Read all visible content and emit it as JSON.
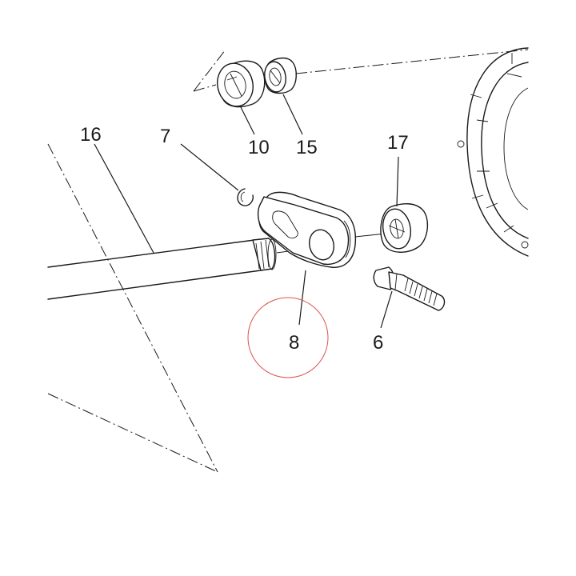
{
  "diagram": {
    "callouts": {
      "c16": "16",
      "c7": "7",
      "c10": "10",
      "c15": "15",
      "c17": "17",
      "c8": "8",
      "c6": "6"
    },
    "highlight_color": "#d9534f"
  }
}
